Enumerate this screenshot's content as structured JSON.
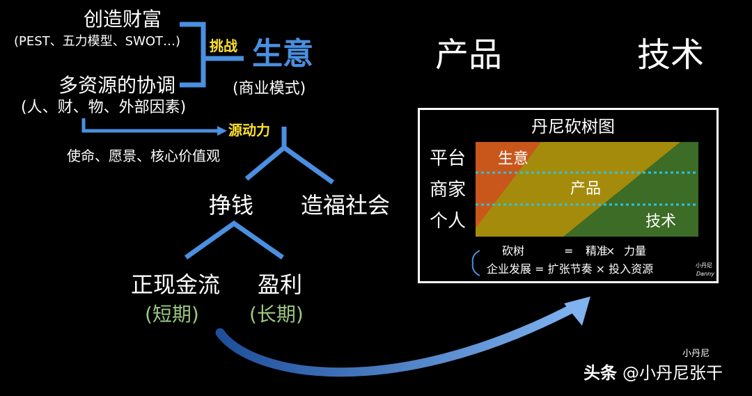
{
  "left_tree": {
    "create_wealth": "创造财富",
    "create_wealth_sub": "(PEST、五力模型、SWOT…)",
    "coordination": "多资源的协调",
    "coordination_sub": "(人、财、物、外部因素)",
    "challenge_label": "挑战",
    "business": "生意",
    "business_sub": "(商业模式)",
    "driving_force_label": "源动力",
    "mission": "使命、愿景、核心价值观",
    "make_money": "挣钱",
    "benefit_society": "造福社会",
    "cash_flow": "正现金流",
    "cash_flow_term": "(短期)",
    "profit": "盈利",
    "profit_term": "(长期)"
  },
  "top_right": {
    "product": "产品",
    "technology": "技术"
  },
  "panel": {
    "title": "丹尼砍树图",
    "rows": [
      "平台",
      "商家",
      "个人"
    ],
    "band_business": "生意",
    "band_product": "产品",
    "band_technology": "技术",
    "formula1_left": "砍树",
    "formula1_eq": "=",
    "formula1_a": "精准",
    "formula1_x": "×",
    "formula1_b": "力量",
    "formula2": "企业发展 = 扩张节奏 × 投入资源",
    "signature_top": "小丹尼",
    "signature_bottom": "Danny"
  },
  "watermark": {
    "source": "头条",
    "handle": "@小丹尼张干",
    "signature": "小丹尼"
  },
  "colors": {
    "blue": "#4a8fe0",
    "yellow": "#ffe12e",
    "green": "#9bc882",
    "band_orange": "#c9571c",
    "band_olive": "#a48b0c",
    "band_green": "#3c6c26",
    "dotted": "#2fc2e0"
  }
}
